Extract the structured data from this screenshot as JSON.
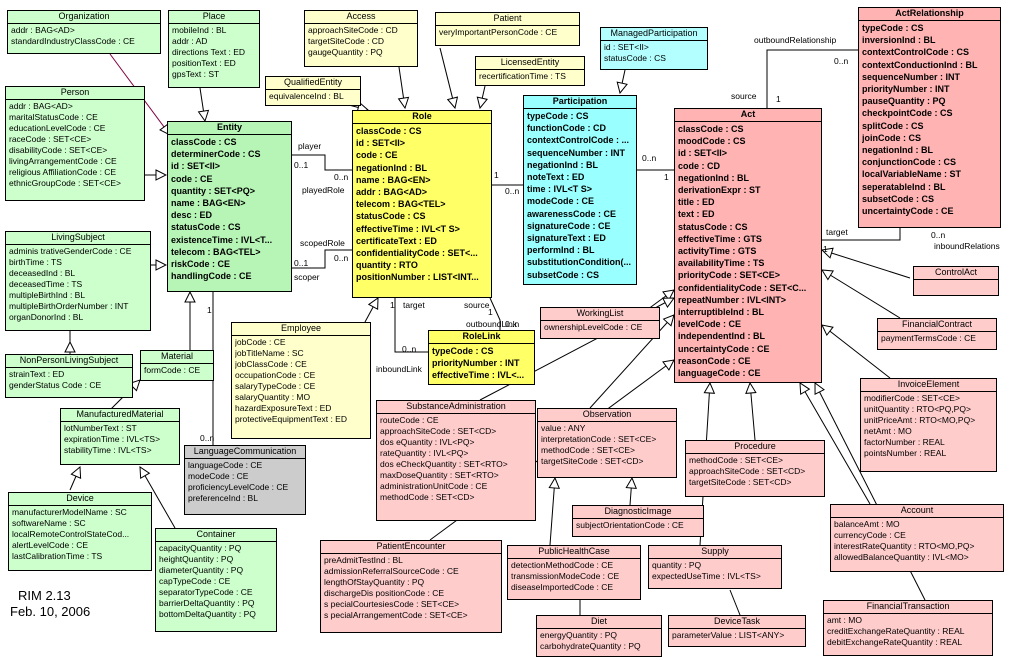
{
  "colors": {
    "entity": "#ccffcc",
    "role": "#ffffcc",
    "participation": "#b3ffff",
    "act": "#ffcccc",
    "other": "#cccccc"
  },
  "classes": {
    "organization": {
      "name": "Organization",
      "attrs": [
        "addr : BAG<AD>",
        "standardIndustryClassCode : CE"
      ]
    },
    "place": {
      "name": "Place",
      "attrs": [
        "mobileInd : BL",
        "addr : AD",
        "directions Text : ED",
        "positionText : ED",
        "gpsText : ST"
      ]
    },
    "person": {
      "name": "Person",
      "attrs": [
        "addr : BAG<AD>",
        "maritalStatusCode : CE",
        "educationLevelCode : CE",
        "raceCode : SET<CE>",
        "disabilityCode : SET<CE>",
        "livingArrangementCode : CE",
        "religious AffiliationCode : CE",
        "ethnicGroupCode : SET<CE>"
      ]
    },
    "entity": {
      "name": "Entity",
      "attrs": [
        "classCode : CS",
        "determinerCode : CS",
        "id : SET<II>",
        "code : CE",
        "quantity : SET<PQ>",
        "name : BAG<EN>",
        "desc : ED",
        "statusCode : CS",
        "existenceTime : IVL<T...",
        "telecom : BAG<TEL>",
        "riskCode : CE",
        "handlingCode : CE"
      ]
    },
    "living_subject": {
      "name": "LivingSubject",
      "attrs": [
        "adminis trativeGenderCode : CE",
        "birthTime : TS",
        "deceasedInd : BL",
        "deceasedTime : TS",
        "multipleBirthInd : BL",
        "multipleBirthOrderNumber : INT",
        "organDonorInd : BL"
      ]
    },
    "non_person": {
      "name": "NonPersonLivingSubject",
      "attrs": [
        "strainText : ED",
        "genderStatus Code : CE"
      ]
    },
    "material": {
      "name": "Material",
      "attrs": [
        "formCode : CE"
      ]
    },
    "manufactured_material": {
      "name": "ManufacturedMaterial",
      "attrs": [
        "lotNumberText : ST",
        "expirationTime : IVL<TS>",
        "stabilityTime : IVL<TS>"
      ]
    },
    "device": {
      "name": "Device",
      "attrs": [
        "manufacturerModelName : SC",
        "softwareName : SC",
        "localRemoteControlStateCod...",
        "alertLevelCode : CE",
        "lastCalibrationTime : TS"
      ]
    },
    "container": {
      "name": "Container",
      "attrs": [
        "capacityQuantity : PQ",
        "heightQuantity : PQ",
        "diameterQuantity : PQ",
        "capTypeCode : CE",
        "separatorTypeCode : CE",
        "barrierDeltaQuantity : PQ",
        "bottomDeltaQuantity : PQ"
      ]
    },
    "language": {
      "name": "LanguageCommunication",
      "attrs": [
        "languageCode : CE",
        "modeCode : CE",
        "proficiencyLevelCode : CE",
        "preferenceInd : BL"
      ]
    },
    "access": {
      "name": "Access",
      "attrs": [
        "approachSiteCode : CD",
        "targetSiteCode : CD",
        "gaugeQuantity : PQ"
      ]
    },
    "patient": {
      "name": "Patient",
      "attrs": [
        "veryImportantPersonCode : CE"
      ]
    },
    "qualified_entity": {
      "name": "QualifiedEntity",
      "attrs": [
        "equivalenceInd : BL"
      ]
    },
    "licensed_entity": {
      "name": "LicensedEntity",
      "attrs": [
        "recertificationTime : TS"
      ]
    },
    "role": {
      "name": "Role",
      "attrs": [
        "classCode : CS",
        "id : SET<II>",
        "code : CE",
        "negationInd : BL",
        "name : BAG<EN>",
        "addr : BAG<AD>",
        "telecom : BAG<TEL>",
        "statusCode : CS",
        "effectiveTime : IVL<T S>",
        "certificateText : ED",
        "confidentialityCode : SET<...",
        "quantity : RTO",
        "positionNumber : LIST<INT..."
      ]
    },
    "employee": {
      "name": "Employee",
      "attrs": [
        "jobCode : CE",
        "jobTitleName : SC",
        "jobClassCode : CE",
        "occupationCode : CE",
        "salaryTypeCode : CE",
        "salaryQuantity : MO",
        "hazardExposureText : ED",
        "protectiveEquipmentText : ED"
      ]
    },
    "role_link": {
      "name": "RoleLink",
      "attrs": [
        "typeCode : CS",
        "priorityNumber : INT",
        "effectiveTime : IVL<..."
      ]
    },
    "managed_participation": {
      "name": "ManagedParticipation",
      "attrs": [
        "id : SET<II>",
        "statusCode : CS"
      ]
    },
    "participation": {
      "name": "Participation",
      "attrs": [
        "typeCode : CS",
        "functionCode : CD",
        "contextControlCode : ...",
        "sequenceNumber : INT",
        "negationInd : BL",
        "noteText : ED",
        "time : IVL<T S>",
        "modeCode : CE",
        "awarenessCode : CE",
        "signatureCode : CE",
        "signatureText : ED",
        "performInd : BL",
        "substitutionCondition(...",
        "subsetCode : CS"
      ]
    },
    "act": {
      "name": "Act",
      "attrs": [
        "classCode : CS",
        "moodCode : CS",
        "id : SET<II>",
        "code : CD",
        "negationInd : BL",
        "derivationExpr : ST",
        "title : ED",
        "text : ED",
        "statusCode : CS",
        "effectiveTime : GTS",
        "activityTime : GTS",
        "availabilityTime : TS",
        "priorityCode : SET<CE>",
        "confidentialityCode : SET<C...",
        "repeatNumber : IVL<INT>",
        "interruptibleInd : BL",
        "levelCode : CE",
        "independentInd : BL",
        "uncertaintyCode : CE",
        "reasonCode : CE",
        "languageCode : CE"
      ]
    },
    "act_relationship": {
      "name": "ActRelationship",
      "attrs": [
        "typeCode : CS",
        "inversionInd : BL",
        "contextControlCode : CS",
        "contextConductionInd : BL",
        "sequenceNumber : INT",
        "priorityNumber : INT",
        "pauseQuantity : PQ",
        "checkpointCode : CS",
        "splitCode : CS",
        "joinCode : CS",
        "negationInd : BL",
        "conjunctionCode : CS",
        "localVariableName : ST",
        "seperatableInd : BL",
        "subsetCode : CS",
        "uncertaintyCode : CE"
      ]
    },
    "control_act": {
      "name": "ControlAct",
      "attrs": []
    },
    "financial_contract": {
      "name": "FinancialContract",
      "attrs": [
        "paymentTermsCode : CE"
      ]
    },
    "working_list": {
      "name": "WorkingList",
      "attrs": [
        "ownershipLevelCode : CE"
      ]
    },
    "substance_admin": {
      "name": "SubstanceAdministration",
      "attrs": [
        "routeCode : CE",
        "approachSiteCode : SET<CD>",
        "dos eQuantity : IVL<PQ>",
        "rateQuantity : IVL<PQ>",
        "dos eCheckQuantity : SET<RTO>",
        "maxDoseQuantity : SET<RTO>",
        "administrationUnitCode : CE",
        "methodCode : SET<CD>"
      ]
    },
    "observation": {
      "name": "Observation",
      "attrs": [
        "value : ANY",
        "interpretationCode : SET<CE>",
        "methodCode : SET<CE>",
        "targetSiteCode : SET<CD>"
      ]
    },
    "procedure": {
      "name": "Procedure",
      "attrs": [
        "methodCode : SET<CE>",
        "approachSiteCode : SET<CD>",
        "targetSiteCode : SET<CD>"
      ]
    },
    "invoice_element": {
      "name": "InvoiceElement",
      "attrs": [
        "modifierCode : SET<CE>",
        "unitQuantity : RTO<PQ,PQ>",
        "unitPriceAmt : RTO<MO,PQ>",
        "netAmt : MO",
        "factorNumber : REAL",
        "pointsNumber : REAL"
      ]
    },
    "diagnostic_image": {
      "name": "DiagnosticImage",
      "attrs": [
        "subjectOrientationCode : CE"
      ]
    },
    "patient_encounter": {
      "name": "PatientEncounter",
      "attrs": [
        "preAdmitTestInd : BL",
        "admissionReferralSourceCode : CE",
        "lengthOfStayQuantity : PQ",
        "dischargeDis positionCode : CE",
        "s pecialCourtesiesCode : SET<CE>",
        "s pecialArrangementCode : SET<CE>"
      ]
    },
    "public_health_case": {
      "name": "PublicHealthCase",
      "attrs": [
        "detectionMethodCode : CE",
        "transmissionModeCode : CE",
        "diseaseImportedCode : CE"
      ]
    },
    "supply": {
      "name": "Supply",
      "attrs": [
        "quantity : PQ",
        "expectedUseTime : IVL<TS>"
      ]
    },
    "account": {
      "name": "Account",
      "attrs": [
        "balanceAmt : MO",
        "currencyCode : CE",
        "interestRateQuantity : RTO<MO,PQ>",
        "allowedBalanceQuantity : IVL<MO>"
      ]
    },
    "diet": {
      "name": "Diet",
      "attrs": [
        "energyQuantity : PQ",
        "carbohydrateQuantity : PQ"
      ]
    },
    "device_task": {
      "name": "DeviceTask",
      "attrs": [
        "parameterValue : LIST<ANY>"
      ]
    },
    "financial_transaction": {
      "name": "FinancialTransaction",
      "attrs": [
        "amt : MO",
        "creditExchangeRateQuantity : REAL",
        "debitExchangeRateQuantity : REAL"
      ]
    }
  },
  "labels": {
    "player": "player",
    "played_role": "playedRole",
    "scoped_role": "scopedRole",
    "scoper": "scoper",
    "m01a": "0..1",
    "m0na": "0..n",
    "m01b": "0..1",
    "m0nb": "0..n",
    "m1a": "1",
    "m0nc": "0..n",
    "m1b": "1",
    "m0nd": "0..n",
    "m1c": "1",
    "m0ne": "0..n",
    "outbound_relationship": "outboundRelationship",
    "source": "source",
    "m1d": "1",
    "m0nf": "0..n",
    "target_ar": "target",
    "m1e": "1",
    "m0ng": "0..n",
    "inbound_relationship": "inboundRelations",
    "target_rl": "target",
    "source_rl": "source",
    "outbound_link": "outboundLink",
    "inbound_link": "inboundLink",
    "m1f": "1",
    "m1g": "1",
    "m0nh": "0..n",
    "m0ni": "0..n",
    "m0nj": "0..n"
  },
  "footer": {
    "version": "RIM 2.13",
    "date": "Feb. 10, 2006"
  }
}
